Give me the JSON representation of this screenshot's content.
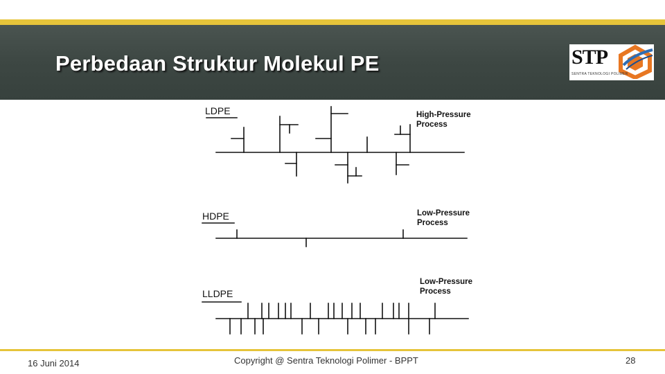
{
  "slide": {
    "title": "Perbedaan Struktur Molekul PE",
    "logo": {
      "name": "STP",
      "subtitle": "SENTRA TEKNOLOGI POLIMER",
      "accent": "#e87722",
      "accent2": "#2f6db3"
    }
  },
  "diagram": {
    "ldpe": {
      "label": "LDPE",
      "process_line1": "High-Pressure",
      "process_line2": "Process"
    },
    "hdpe": {
      "label": "HDPE",
      "process_line1": "Low-Pressure",
      "process_line2": "Process"
    },
    "lldpe": {
      "label": "LLDPE",
      "process_line1": "Low-Pressure",
      "process_line2": "Process"
    }
  },
  "footer": {
    "date": "16 Juni 2014",
    "copyright": "Copyright @ Sentra Teknologi Polimer - BPPT",
    "page": "28"
  },
  "colors": {
    "header": "#3d4743",
    "gold": "#e6c43a",
    "text": "#111111"
  }
}
